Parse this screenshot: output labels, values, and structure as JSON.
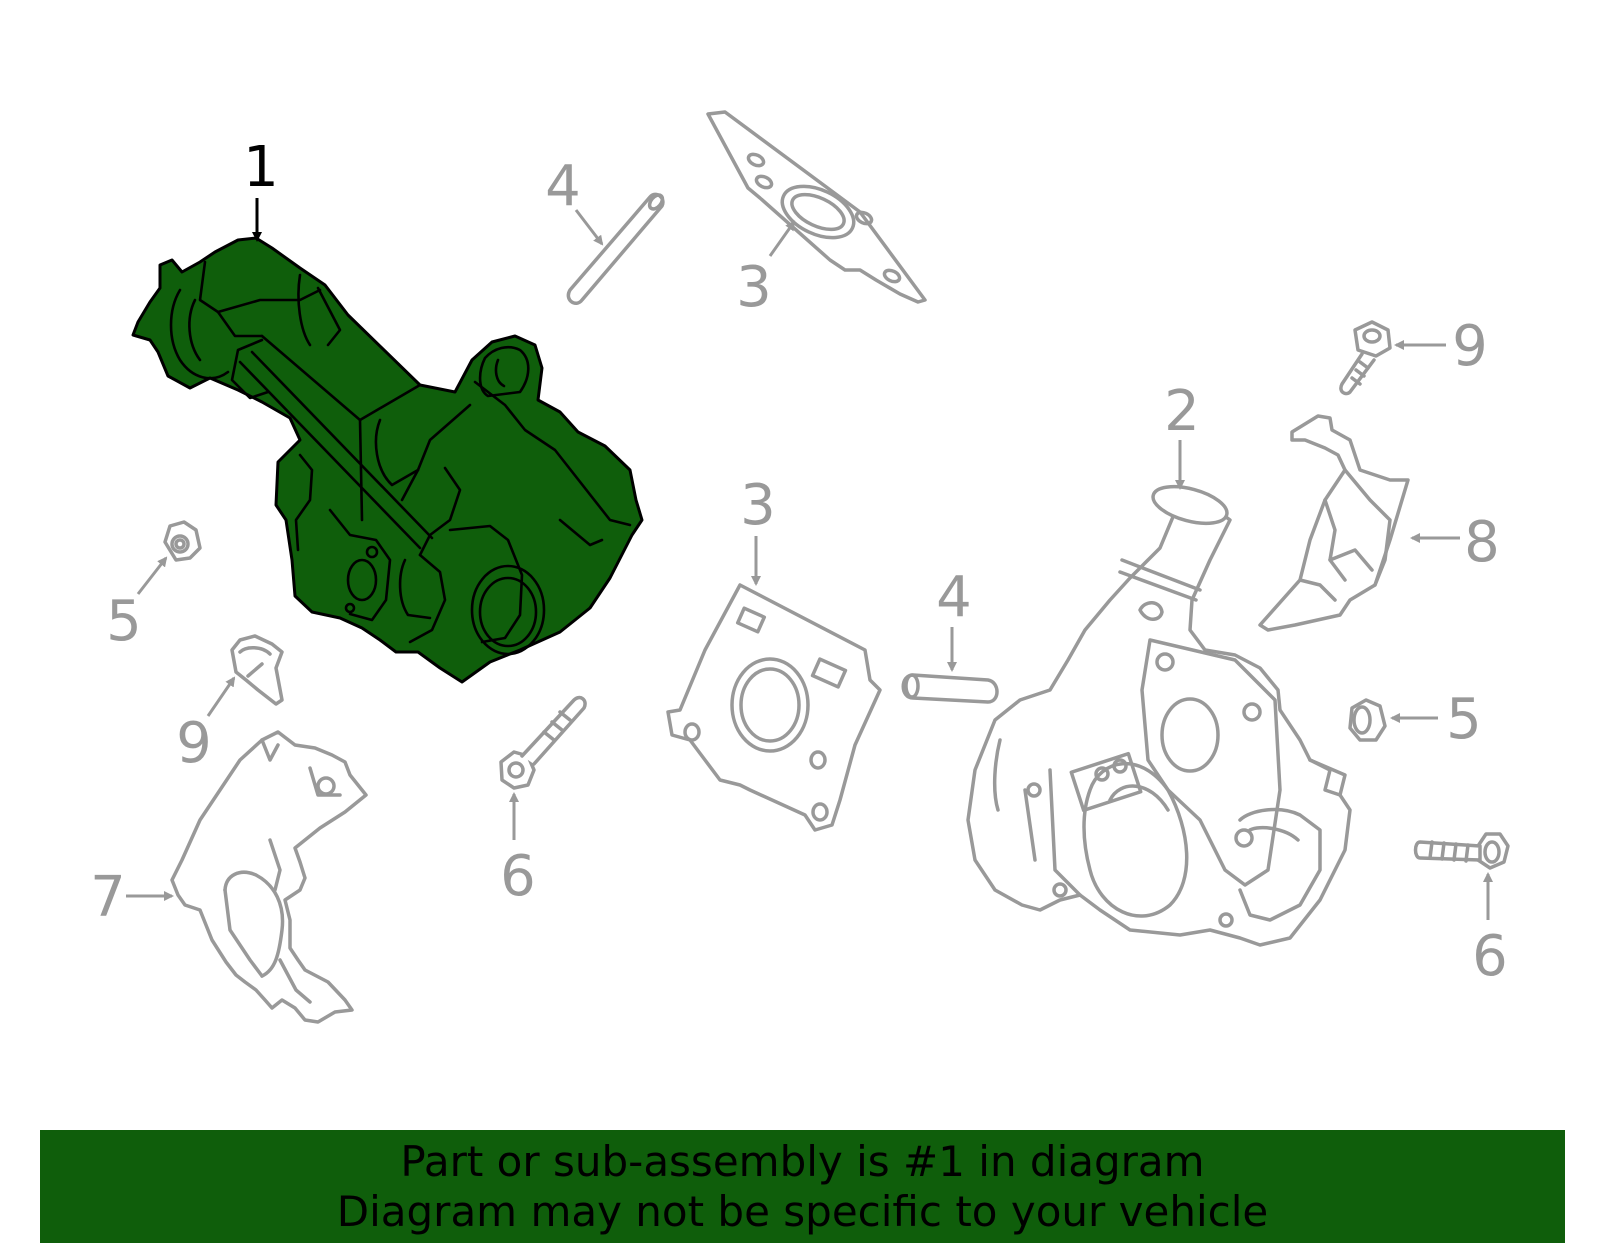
{
  "colors": {
    "highlight": "#0f5e0b",
    "outline_gray": "#999999",
    "callout_highlight": "#000000",
    "callout_gray": "#999999",
    "banner_bg": "#0f5e0b",
    "banner_text": "#000000"
  },
  "callouts": [
    {
      "id": "c1",
      "label": "1",
      "highlighted": true
    },
    {
      "id": "c4a",
      "label": "4",
      "highlighted": false
    },
    {
      "id": "c3a",
      "label": "3",
      "highlighted": false
    },
    {
      "id": "c9a",
      "label": "9",
      "highlighted": false
    },
    {
      "id": "c2",
      "label": "2",
      "highlighted": false
    },
    {
      "id": "c8",
      "label": "8",
      "highlighted": false
    },
    {
      "id": "c3b",
      "label": "3",
      "highlighted": false
    },
    {
      "id": "c4b",
      "label": "4",
      "highlighted": false
    },
    {
      "id": "c5a",
      "label": "5",
      "highlighted": false
    },
    {
      "id": "c9b",
      "label": "9",
      "highlighted": false
    },
    {
      "id": "c5b",
      "label": "5",
      "highlighted": false
    },
    {
      "id": "c6a",
      "label": "6",
      "highlighted": false
    },
    {
      "id": "c7",
      "label": "7",
      "highlighted": false
    },
    {
      "id": "c6b",
      "label": "6",
      "highlighted": false
    }
  ],
  "banner": {
    "line1": "Part or sub-assembly is #1 in diagram",
    "line2": "Diagram may not be specific to your vehicle"
  }
}
